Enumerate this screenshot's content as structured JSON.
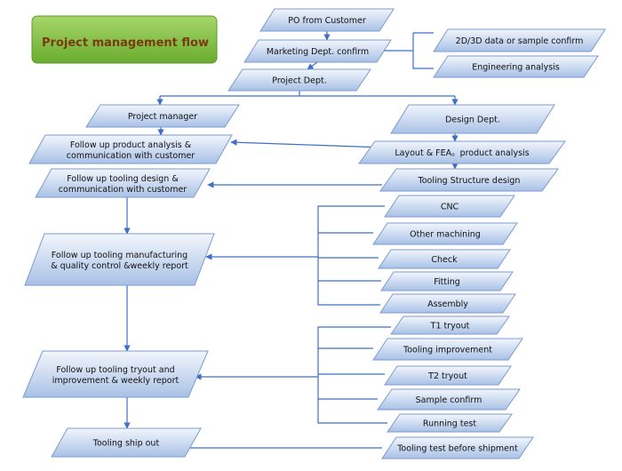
{
  "title": "Project management flow",
  "nodes": {
    "po": "PO from Customer",
    "marketing": "Marketing Dept. confirm",
    "data_confirm": "2D/3D data or sample confirm",
    "eng_analysis": "Engineering analysis",
    "project_dept": "Project Dept.",
    "project_manager": "Project manager",
    "design_dept": "Design Dept.",
    "fu_product_1": "Follow up product analysis &",
    "fu_product_2": "communication with customer",
    "layout_fea": "Layout & FEA。product analysis",
    "fu_tooling_design_1": "Follow up tooling design &",
    "fu_tooling_design_2": "communication with customer",
    "tooling_structure": "Tooling Structure design",
    "cnc": "CNC",
    "other_machining": "Other machining",
    "fu_manufacturing_1": "Follow up tooling manufacturing",
    "fu_manufacturing_2": "& quality control &weekly report",
    "check": "Check",
    "fitting": "Fitting",
    "assembly": "Assembly",
    "t1": "T1 tryout",
    "tooling_improvement": "Tooling improvement",
    "fu_tryout_1": "Follow up tooling tryout and",
    "fu_tryout_2": "improvement & weekly report",
    "t2": "T2 tryout",
    "sample_confirm": "Sample confirm",
    "running_test": "Running test",
    "ship_out": "Tooling ship out",
    "test_before_shipment": "Tooling test before shipment"
  },
  "colors": {
    "title_box": "#7fbf3f",
    "title_text": "#7a3a10",
    "node_fill_top": "#eef3fb",
    "node_fill_bottom": "#b4c9e9",
    "node_stroke": "#6d8fc8",
    "line": "#3f6fc4"
  }
}
